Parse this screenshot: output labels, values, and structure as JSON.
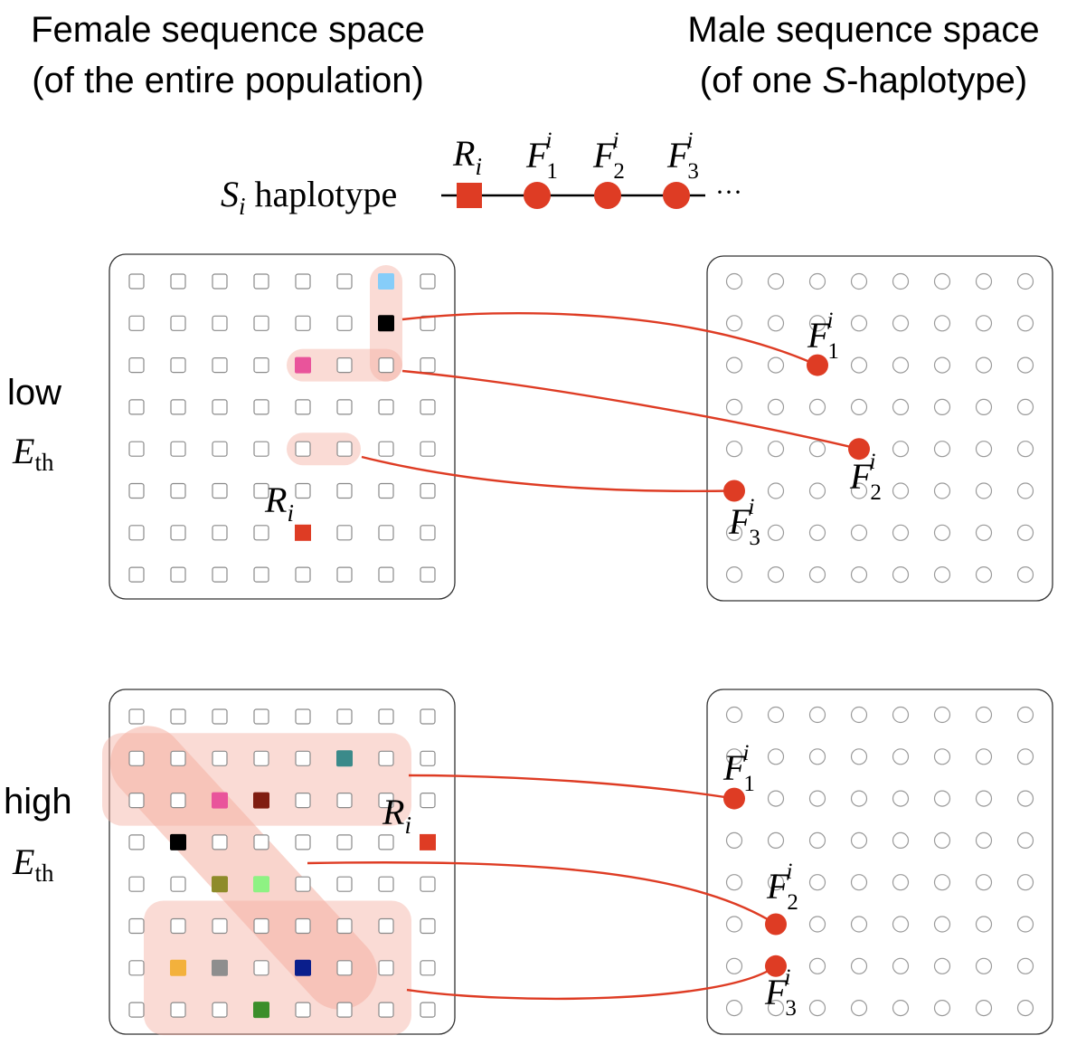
{
  "titles": {
    "left_line1": "Female sequence space",
    "left_line2": "(of the entire population)",
    "right_line1": "Male sequence space",
    "right_line2_pre": "(of one ",
    "right_line2_ital": "S",
    "right_line2_post": "-haplotype)"
  },
  "legend": {
    "S": "S",
    "S_sub": "i",
    "haplotype_word": " haplotype",
    "R": "R",
    "R_sub": "i",
    "F": "F",
    "F_sup": "i",
    "F1_sub": "1",
    "F2_sub": "2",
    "F3_sub": "3",
    "ellipsis": "···"
  },
  "rows": {
    "low_word": "low",
    "high_word": "high",
    "E": "E",
    "E_sub": "th"
  },
  "colors": {
    "accent_red": "#de3c24",
    "highlight": "#f4b0a2",
    "light_blue": "#86cdf9",
    "black": "#000000",
    "pink": "#e9549b",
    "teal": "#3b8a8a",
    "dark_red": "#801d11",
    "olive": "#8e8b2a",
    "light_green": "#8ef283",
    "orange": "#f3b13c",
    "gray": "#8e8e8e",
    "navy": "#0a1e8c",
    "green": "#3b8e2a"
  },
  "grid": {
    "rows": 8,
    "cols": 8
  },
  "panels": {
    "low": {
      "receptor": {
        "row": 6,
        "col": 4
      },
      "colored_cells": [
        {
          "row": 0,
          "col": 6,
          "color": "#86cdf9"
        },
        {
          "row": 1,
          "col": 6,
          "color": "#000000"
        },
        {
          "row": 2,
          "col": 4,
          "color": "#e9549b"
        }
      ],
      "highlights": [
        {
          "cells": [
            [
              0,
              6
            ],
            [
              2,
              6
            ]
          ],
          "type": "column"
        },
        {
          "cells": [
            [
              2,
              4
            ],
            [
              2,
              6
            ]
          ],
          "type": "row"
        },
        {
          "cells": [
            [
              4,
              4
            ],
            [
              4,
              5
            ]
          ],
          "type": "row"
        }
      ],
      "F_points": [
        {
          "row": 2,
          "col": 2,
          "label_pos": "above"
        },
        {
          "row": 4,
          "col": 3,
          "label_pos": "below"
        },
        {
          "row": 5,
          "col": 0,
          "label_pos": "below"
        }
      ]
    },
    "high": {
      "receptor": {
        "row": 3,
        "col": 7
      },
      "colored_cells": [
        {
          "row": 1,
          "col": 5,
          "color": "#3b8a8a"
        },
        {
          "row": 2,
          "col": 2,
          "color": "#e9549b"
        },
        {
          "row": 2,
          "col": 3,
          "color": "#801d11"
        },
        {
          "row": 3,
          "col": 1,
          "color": "#000000"
        },
        {
          "row": 4,
          "col": 2,
          "color": "#8e8b2a"
        },
        {
          "row": 4,
          "col": 3,
          "color": "#8ef283"
        },
        {
          "row": 6,
          "col": 1,
          "color": "#f3b13c"
        },
        {
          "row": 6,
          "col": 2,
          "color": "#8e8e8e"
        },
        {
          "row": 6,
          "col": 4,
          "color": "#0a1e8c"
        },
        {
          "row": 7,
          "col": 3,
          "color": "#3b8e2a"
        }
      ],
      "highlights": [
        {
          "cells": [
            [
              1,
              0
            ],
            [
              2,
              6
            ]
          ],
          "type": "block"
        },
        {
          "cells": [
            [
              1,
              0
            ],
            [
              6,
              5
            ]
          ],
          "type": "diagonal"
        },
        {
          "cells": [
            [
              5,
              1
            ],
            [
              7,
              6
            ]
          ],
          "type": "block"
        }
      ],
      "F_points": [
        {
          "row": 2,
          "col": 0,
          "label_pos": "above"
        },
        {
          "row": 5,
          "col": 1,
          "label_pos": "above"
        },
        {
          "row": 6,
          "col": 1,
          "label_pos": "below"
        }
      ]
    }
  }
}
